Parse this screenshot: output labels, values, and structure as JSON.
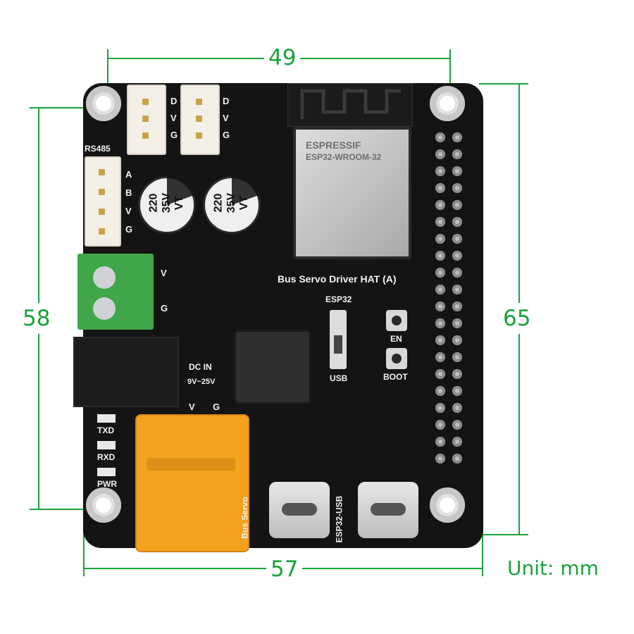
{
  "dimensions": {
    "top_width": "49",
    "left_height": "58",
    "right_height": "65",
    "bottom_width": "57",
    "unit_label": "Unit: mm"
  },
  "board": {
    "title": "Bus Servo Driver HAT (A)",
    "module_brand": "ESPRESSIF",
    "module_name": "ESP32-WROOM-32",
    "rs485": "RS485",
    "servo_pins": [
      "D",
      "V",
      "G"
    ],
    "rs485_pins": [
      "A",
      "B",
      "V",
      "G"
    ],
    "terminal_pins": [
      "V",
      "G"
    ],
    "cap_label": [
      "220",
      "35V",
      "VT"
    ],
    "dc_in": "DC IN",
    "voltage_range": "9V~25V",
    "switch_label_top": "ESP32",
    "switch_label_bottom": "USB",
    "en_label": "EN",
    "boot_label": "BOOT",
    "xt_pins": [
      "V",
      "G"
    ],
    "leds": [
      "TXD",
      "RXD",
      "PWR"
    ],
    "usb_left": "Bus Servo",
    "usb_right": "ESP32-USB"
  },
  "colors": {
    "dimension": "#1aa33a",
    "pcb": "#141414",
    "xt60": "#f2a21e",
    "terminal": "#3fa64a"
  }
}
